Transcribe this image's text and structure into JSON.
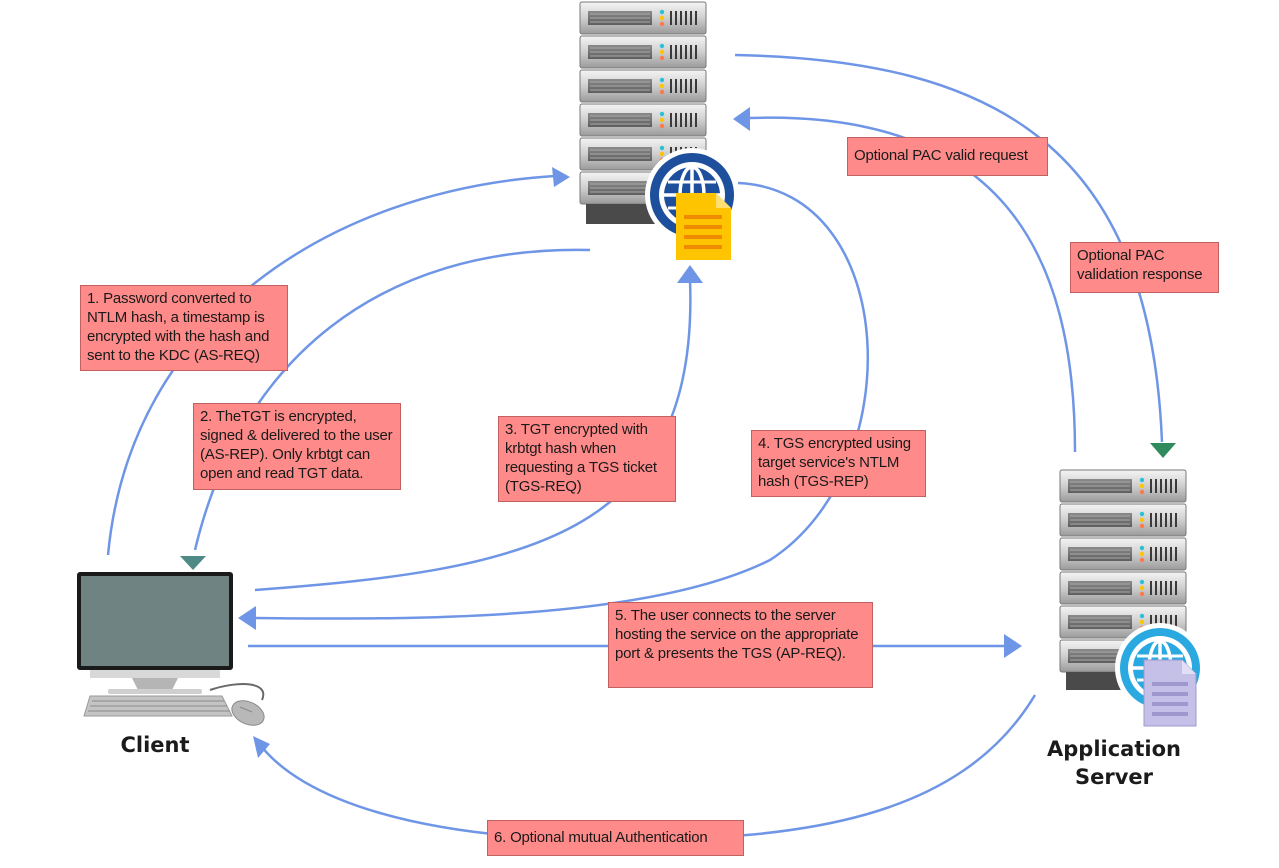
{
  "notes": {
    "step1": "1. Password converted to NTLM hash, a timestamp is encrypted with the hash and sent to the KDC (AS-REQ)",
    "step2": "2. TheTGT is encrypted, signed & delivered to the user (AS-REP). Only krbtgt can open and read TGT data.",
    "step3": "3. TGT encrypted with krbtgt hash when requesting a TGS ticket (TGS-REQ)",
    "step4": "4. TGS encrypted using target service's NTLM hash (TGS-REP)",
    "step5": "5. The user connects to the server hosting the service on the appropriate port & presents the TGS (AP-REQ).",
    "step6": "6. Optional mutual Authentication",
    "pac_request": "Optional PAC valid request",
    "pac_response": "Optional PAC validation response"
  },
  "labels": {
    "client": "Client",
    "app_server_line1": "Application",
    "app_server_line2": "Server"
  },
  "colors": {
    "arrow": "#6f96e6",
    "note_fill": "#ff8a8a",
    "note_border": "#c06060",
    "client_arrowhead": "#4f8a86",
    "server_arrowhead": "#2f8a5e",
    "globe": "#1d4f9c",
    "globe_light": "#2aa8e0",
    "document": "#ffc400",
    "document_light": "#c5c0e8"
  },
  "icons": [
    "server-rack-icon",
    "globe-icon",
    "document-icon",
    "desktop-computer-icon",
    "keyboard-icon",
    "mouse-icon"
  ]
}
